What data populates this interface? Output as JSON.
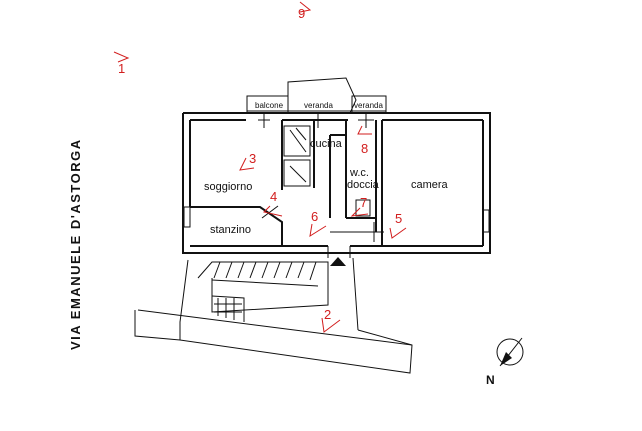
{
  "street_name": "VIA EMANUELE D'ASTORGA",
  "rooms": {
    "soggiorno": "soggiorno",
    "stanzino": "stanzino",
    "cucina": "cucina",
    "wc_doccia_line1": "w.c.",
    "wc_doccia_line2": "doccia",
    "camera": "camera",
    "balcone": "balcone",
    "veranda_left": "veranda",
    "veranda_right": "veranda"
  },
  "photo_markers": {
    "m1": "1",
    "m2": "2",
    "m3": "3",
    "m4": "4",
    "m5": "5",
    "m6": "6",
    "m7": "7",
    "m8": "8",
    "m9": "9"
  },
  "north_label": "N",
  "colors": {
    "marker": "#d21e1e",
    "wall": "#111111"
  }
}
